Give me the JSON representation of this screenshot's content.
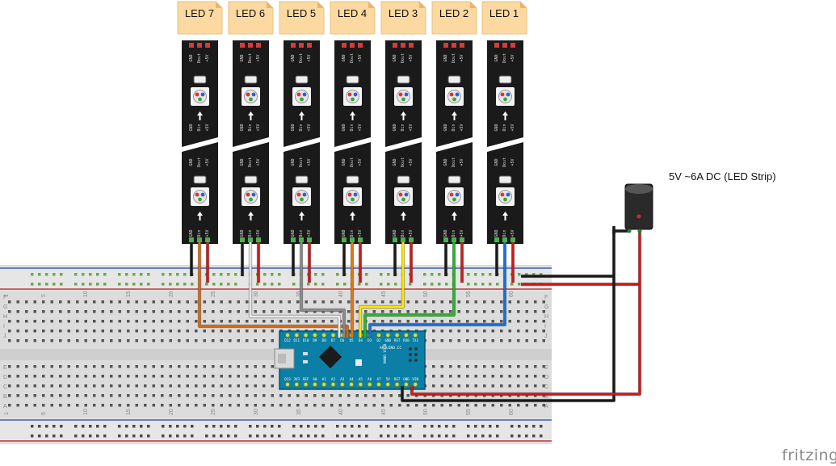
{
  "leds": [
    {
      "label": "LED 7",
      "data_wire": "orange",
      "color": "#d86a10"
    },
    {
      "label": "LED 6",
      "data_wire": "white",
      "color": "#e8e8e8"
    },
    {
      "label": "LED 5",
      "data_wire": "gray",
      "color": "#8a8a8a"
    },
    {
      "label": "LED 4",
      "data_wire": "orange",
      "color": "#e07812"
    },
    {
      "label": "LED 3",
      "data_wire": "yellow",
      "color": "#ffe800"
    },
    {
      "label": "LED 2",
      "data_wire": "green",
      "color": "#27b52a"
    },
    {
      "label": "LED 1",
      "data_wire": "blue",
      "color": "#1b6fd6"
    }
  ],
  "strip_pin_labels": [
    "GND",
    "Dout",
    "+5V"
  ],
  "strip_in_labels": [
    "GND",
    "Din",
    "+5V"
  ],
  "power_supply": {
    "label": "5V ~6A DC (LED Strip)"
  },
  "arduino": {
    "board_text": "ARDUINO.CC",
    "model_text": "NANO V3.0",
    "top_pins": [
      "D12",
      "D11",
      "D10",
      "D9",
      "D8",
      "D7",
      "D6",
      "D5",
      "D4",
      "D3",
      "D2",
      "GND",
      "RST",
      "RX0",
      "TX1"
    ],
    "bottom_pins": [
      "D13",
      "3V3",
      "REF",
      "A0",
      "A1",
      "A2",
      "A3",
      "A4",
      "A5",
      "A6",
      "A7",
      "5V",
      "RST",
      "GND",
      "VIN"
    ]
  },
  "breadboard": {
    "column_numbers": [
      "1",
      "5",
      "10",
      "15",
      "20",
      "25",
      "30",
      "35",
      "40",
      "45",
      "50",
      "55",
      "60"
    ],
    "row_letters_top": [
      "J",
      "I",
      "H",
      "G",
      "F"
    ],
    "row_letters_bottom": [
      "E",
      "D",
      "C",
      "B",
      "A"
    ]
  },
  "wire_colors": {
    "black": "#1a1a1a",
    "red": "#cc1a1a"
  },
  "watermark": "fritzing"
}
